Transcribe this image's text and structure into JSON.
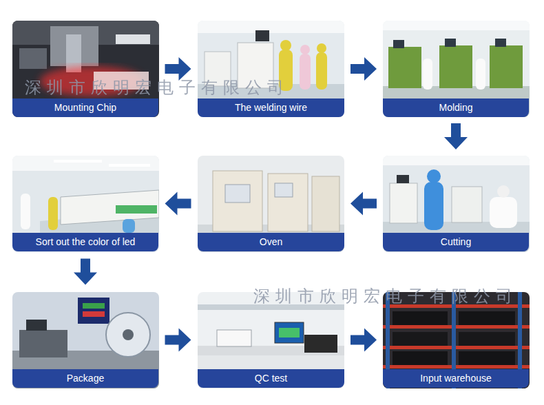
{
  "diagram": {
    "nodes": [
      {
        "text": [
          "Mounting Chip"
        ]
      },
      {
        "text": [
          "The welding wire"
        ]
      },
      {
        "text": [
          "Molding"
        ]
      },
      {
        "text": [
          "Cutting"
        ]
      },
      {
        "text": [
          "Oven"
        ]
      },
      {
        "text": [
          "Sort out the color of led"
        ]
      },
      {
        "text": [
          "Package"
        ]
      },
      {
        "text": [
          "QC test"
        ]
      },
      {
        "text": [
          "Input warehouse"
        ]
      }
    ],
    "edges": [
      {
        "from": 0,
        "to": 1,
        "arrow": "to"
      },
      {
        "from": 1,
        "to": 2,
        "arrow": "to"
      },
      {
        "from": 2,
        "to": 3,
        "arrow": "to"
      },
      {
        "from": 3,
        "to": 4,
        "arrow": "to"
      },
      {
        "from": 4,
        "to": 5,
        "arrow": "to"
      },
      {
        "from": 5,
        "to": 6,
        "arrow": "to"
      },
      {
        "from": 6,
        "to": 7,
        "arrow": "to"
      },
      {
        "from": 7,
        "to": 8,
        "arrow": "to"
      }
    ],
    "labels": [
      "深圳市欣明宏电子有限公司",
      "深圳市欣明宏电子有限公司"
    ]
  }
}
